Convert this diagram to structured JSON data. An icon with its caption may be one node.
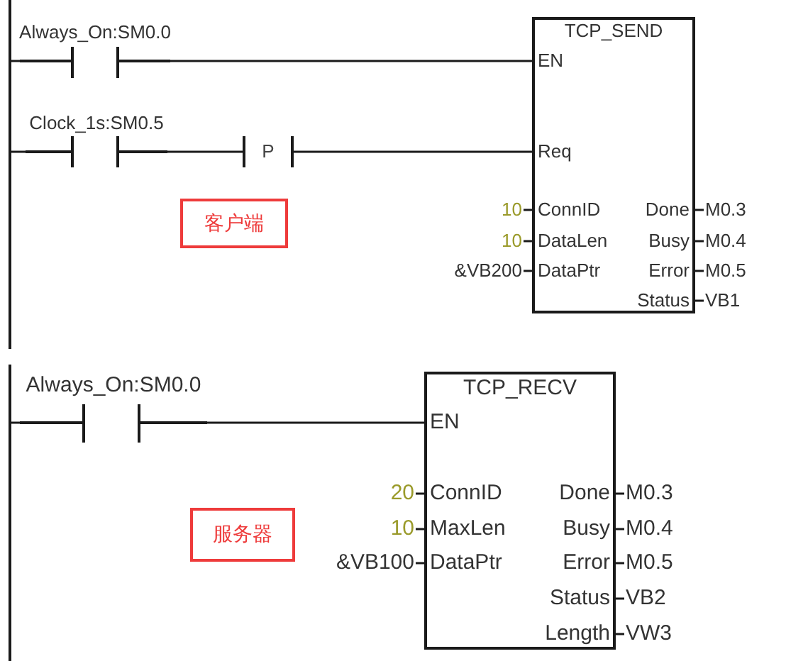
{
  "diagram": {
    "nodes": [
      {
        "text": [],
        "shape": "bar"
      },
      {
        "text": [
          "Always_On:SM0.0"
        ]
      },
      {
        "text": [
          "Clock_1s:SM0.5"
        ]
      },
      {
        "text": [
          "P"
        ]
      },
      {
        "text": [
          "TCP_SEND",
          "EN",
          "Req",
          "ConnID",
          "Done",
          "DataLen",
          "Busy",
          "DataPtr",
          "Error",
          "Status"
        ],
        "beside": [
          "10",
          "M0.3",
          "10",
          "M0.4",
          "&VB200",
          "M0.5",
          "VB1"
        ]
      },
      {
        "text": [
          "客户端"
        ]
      },
      {
        "text": [],
        "shape": "bar"
      },
      {
        "text": [
          "Always_On:SM0.0"
        ]
      },
      {
        "text": [
          "TCP_RECV",
          "EN",
          "ConnID",
          "Done",
          "MaxLen",
          "Busy",
          "DataPtr",
          "Error",
          "Status",
          "Length"
        ],
        "beside": [
          "20",
          "M0.3",
          "10",
          "M0.4",
          "&VB100",
          "M0.5",
          "VB2",
          "VW3"
        ]
      },
      {
        "text": [
          "服务器"
        ]
      }
    ],
    "edges": [
      {
        "from": 0,
        "to": 1,
        "arrow": "none"
      },
      {
        "from": 1,
        "to": 4,
        "arrow": "none"
      },
      {
        "from": 0,
        "to": 2,
        "arrow": "none"
      },
      {
        "from": 2,
        "to": 3,
        "arrow": "none"
      },
      {
        "from": 3,
        "to": 4,
        "arrow": "none"
      },
      {
        "from": 6,
        "to": 7,
        "arrow": "none"
      },
      {
        "from": 7,
        "to": 8,
        "arrow": "none"
      }
    ]
  }
}
